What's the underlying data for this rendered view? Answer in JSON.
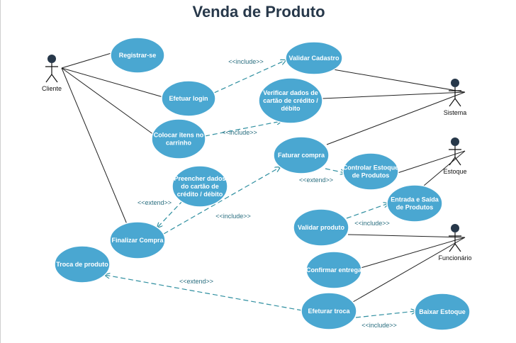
{
  "diagram": {
    "title": "Venda de Produto",
    "colors": {
      "usecase_fill": "#4aa7d1",
      "actor": "#27384a",
      "line": "#222222",
      "dashed": "#2f8fa0"
    },
    "actors": [
      {
        "id": "cliente",
        "label": "Cliente"
      },
      {
        "id": "sistema",
        "label": "Sistema"
      },
      {
        "id": "estoque",
        "label": "Estoque"
      },
      {
        "id": "funcionario",
        "label": "Funcionário"
      }
    ],
    "usecases": [
      {
        "id": "registrar",
        "lines": [
          "Registrar-se"
        ]
      },
      {
        "id": "validar_cadastro",
        "lines": [
          "Validar Cadastro"
        ]
      },
      {
        "id": "efetuar_login",
        "lines": [
          "Efetuar login"
        ]
      },
      {
        "id": "verificar_dados",
        "lines": [
          "Verificar dados de",
          "cartão de crédito /",
          "débito"
        ]
      },
      {
        "id": "colocar_itens",
        "lines": [
          "Colocar itens no",
          "carrinho"
        ]
      },
      {
        "id": "faturar",
        "lines": [
          "Faturar compra"
        ]
      },
      {
        "id": "preencher",
        "lines": [
          "Preencher dados",
          "do cartão de",
          "crédito / débito"
        ]
      },
      {
        "id": "controlar",
        "lines": [
          "Controlar Estoque",
          "de Produtos"
        ]
      },
      {
        "id": "entrada_saida",
        "lines": [
          "Entrada e Saída",
          "de Produtos"
        ]
      },
      {
        "id": "finalizar",
        "lines": [
          "Finalizar Compra"
        ]
      },
      {
        "id": "validar_produto",
        "lines": [
          "Validar produto"
        ]
      },
      {
        "id": "troca",
        "lines": [
          "Troca de produto"
        ]
      },
      {
        "id": "confirmar",
        "lines": [
          "Confirmar entrega"
        ]
      },
      {
        "id": "efeturar_troca",
        "lines": [
          "Efeturar troca"
        ]
      },
      {
        "id": "baixar",
        "lines": [
          "Baixar Estoque"
        ]
      }
    ],
    "relations": [
      {
        "id": "rel_login_validar",
        "label": "<<include>>"
      },
      {
        "id": "rel_colocar_verificar",
        "label": "<<include>>"
      },
      {
        "id": "rel_faturar_controlar",
        "label": "<<extend>>"
      },
      {
        "id": "rel_preencher_finalizar",
        "label": "<<extend>>"
      },
      {
        "id": "rel_finalizar_faturar",
        "label": "<<include>>"
      },
      {
        "id": "rel_validar_entrada",
        "label": "<<include>>"
      },
      {
        "id": "rel_efeturar_troca",
        "label": "<<extend>>"
      },
      {
        "id": "rel_efeturar_baixar",
        "label": "<<include>>"
      }
    ]
  }
}
